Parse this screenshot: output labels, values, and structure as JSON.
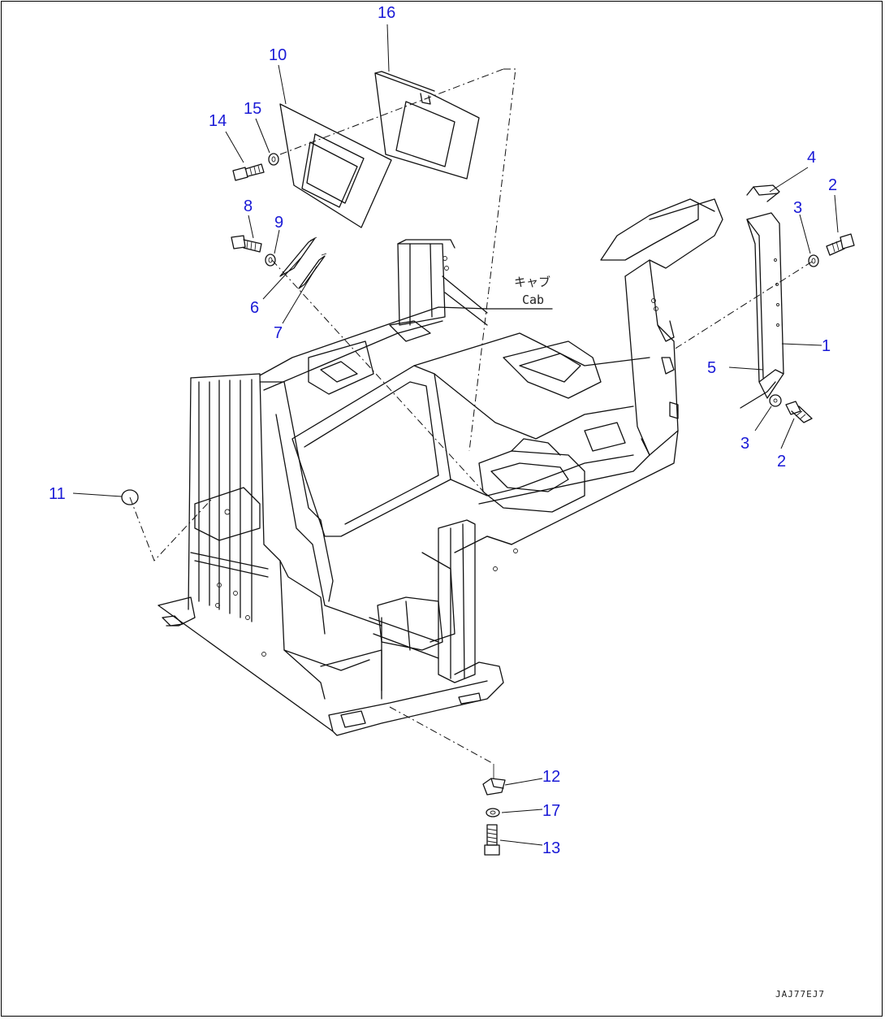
{
  "cab_label": {
    "jp": "キャブ",
    "en": "Cab"
  },
  "drawing_code": "JAJ77EJ7",
  "callouts": [
    "1",
    "2",
    "2",
    "3",
    "3",
    "4",
    "5",
    "6",
    "7",
    "8",
    "9",
    "10",
    "11",
    "12",
    "13",
    "14",
    "15",
    "16",
    "17"
  ]
}
